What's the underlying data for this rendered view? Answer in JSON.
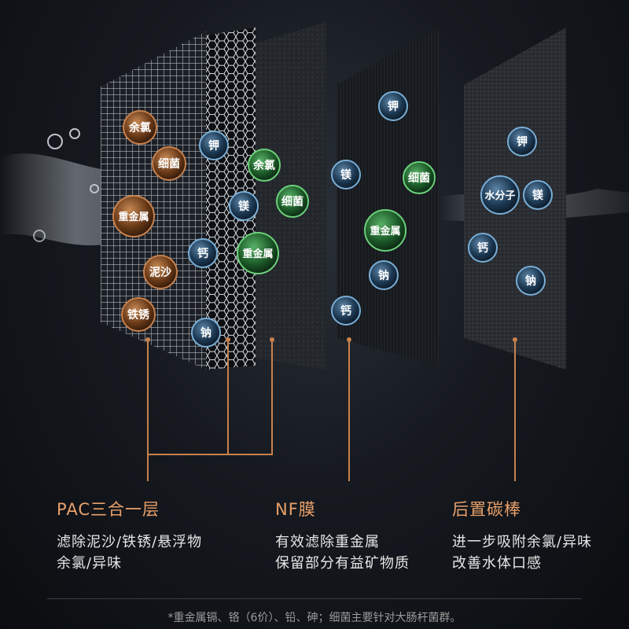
{
  "columns": [
    {
      "title": "PAC三合一层",
      "lines": [
        "滤除泥沙/铁锈/悬浮物",
        "余氯/异味"
      ]
    },
    {
      "title": "NF膜",
      "lines": [
        "有效滤除重金属",
        "保留部分有益矿物质"
      ]
    },
    {
      "title": "后置碳棒",
      "lines": [
        "进一步吸附余氯/异味",
        "改善水体口感"
      ]
    }
  ],
  "footnote": "*重金属镉、铬（6价）、铅、砷；细菌主要针对大肠杆菌群。",
  "ions": {
    "layer1": [
      "余氯",
      "细菌",
      "重金属",
      "泥沙",
      "铁锈"
    ],
    "between": [
      "钾",
      "镁",
      "钙",
      "钠"
    ],
    "green": [
      "余氯",
      "细菌",
      "重金属"
    ],
    "layer4": [
      "钾",
      "镁",
      "细菌",
      "重金属",
      "钠",
      "钙"
    ],
    "layer5": [
      "钾",
      "水分子",
      "镁",
      "钙",
      "钠"
    ]
  },
  "colors": {
    "accent": "#e8a06a",
    "brown_ion": "#8a5428",
    "blue_ion": "#3d6a8c",
    "green_ion": "#2f7a3c",
    "leader": "#c8814d"
  }
}
